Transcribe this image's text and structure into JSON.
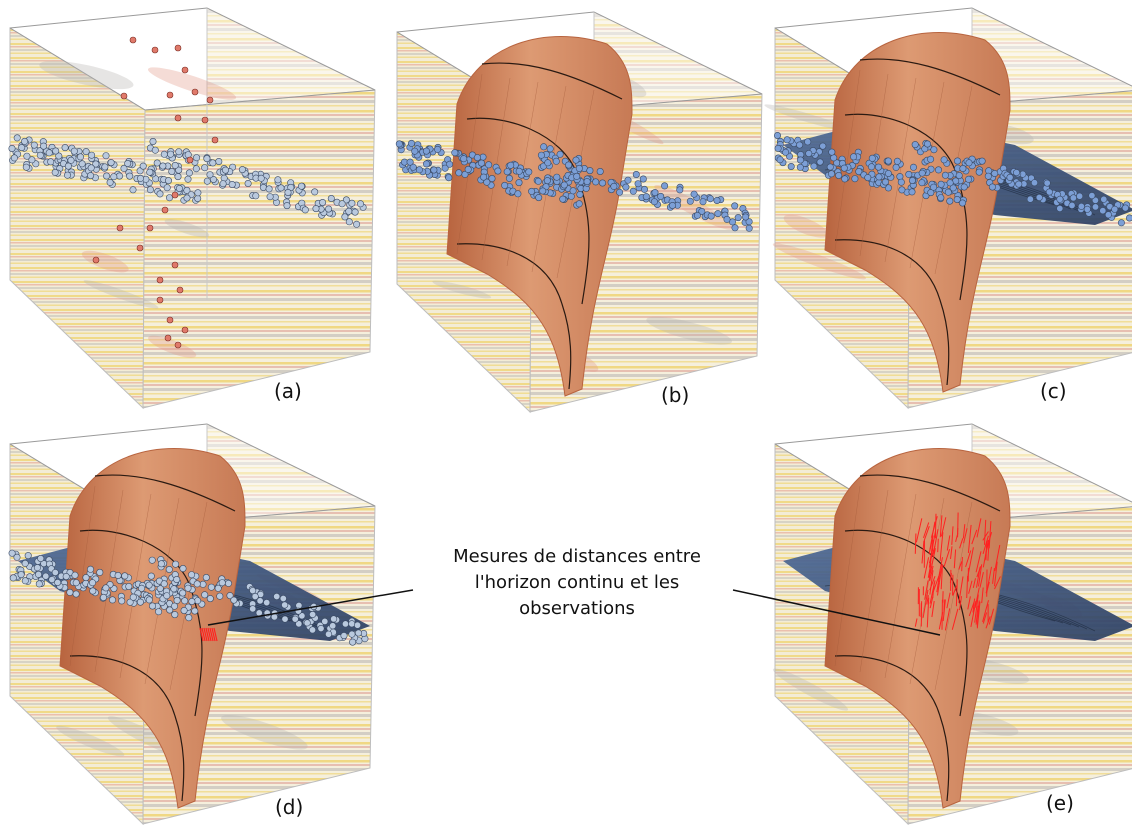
{
  "panels": [
    {
      "label": "(a)"
    },
    {
      "label": "(b)"
    },
    {
      "label": "(c)"
    },
    {
      "label": "(d)"
    },
    {
      "label": "(e)"
    }
  ],
  "callout": {
    "lines": [
      "Mesures de distances entre",
      "l'horizon continu et les",
      "observations"
    ]
  },
  "colors": {
    "seismic_bg": "#f3ecd6",
    "seismic_yellow": "#f0d77a",
    "seismic_red": "#e39a8a",
    "seismic_gray": "#b7b5b2",
    "fault": "#d9906a",
    "fault_dark": "#b8643f",
    "horizon_blue": "#3f5b88",
    "points_gray": "#b9c9de",
    "points_blue": "#7c9fd6",
    "points_red": "#e07a6b",
    "distance_red": "#ff2020"
  }
}
